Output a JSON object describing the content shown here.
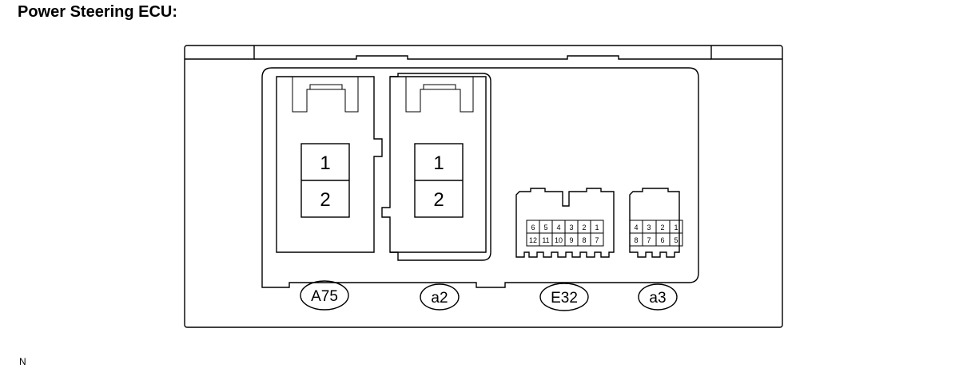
{
  "title": "Power Steering ECU:",
  "footer_code": "N",
  "connectors": [
    {
      "label": "A75",
      "pins": [
        "1",
        "2"
      ]
    },
    {
      "label": "a2",
      "pins": [
        "1",
        "2"
      ]
    },
    {
      "label": "E32",
      "pins_top": [
        "6",
        "5",
        "4",
        "3",
        "2",
        "1"
      ],
      "pins_bottom": [
        "12",
        "11",
        "10",
        "9",
        "8",
        "7"
      ]
    },
    {
      "label": "a3",
      "pins_top": [
        "4",
        "3",
        "2",
        "1"
      ],
      "pins_bottom": [
        "8",
        "7",
        "6",
        "5"
      ]
    }
  ]
}
